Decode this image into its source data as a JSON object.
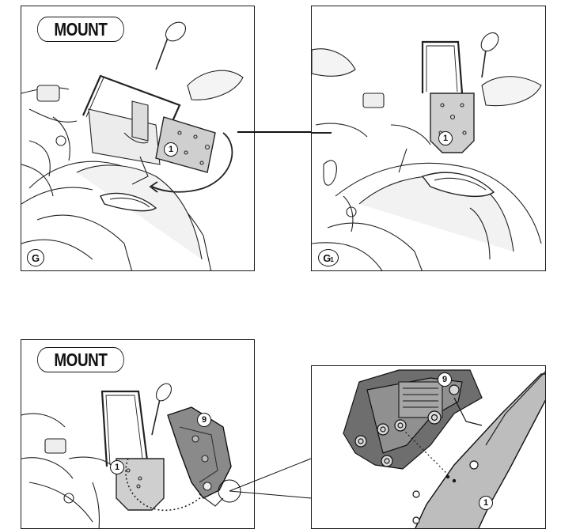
{
  "panels": {
    "top_left": {
      "badge": "MOUNT",
      "step": "G",
      "part_callout": "1"
    },
    "top_right": {
      "step": "G",
      "step_sub": "1",
      "part_callout": "1"
    },
    "bottom_left": {
      "badge": "MOUNT",
      "part_callout_a": "1",
      "part_callout_b": "9"
    },
    "bottom_right": {
      "part_callout_a": "9",
      "part_callout_b": "1"
    }
  }
}
